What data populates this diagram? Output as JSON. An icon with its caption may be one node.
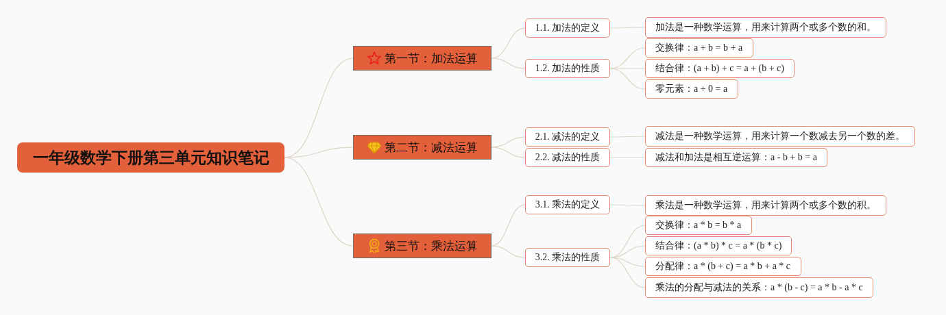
{
  "diagram": {
    "nodes": [
      {
        "text": [
          "一年级数学下册第三单元知识笔记"
        ]
      },
      {
        "text": [
          "第一节：加法运算"
        ]
      },
      {
        "text": [
          "1.1. 加法的定义"
        ]
      },
      {
        "text": [
          "加法是一种数学运算，用来计算两个或多个数的和。"
        ]
      },
      {
        "text": [
          "1.2. 加法的性质"
        ]
      },
      {
        "text": [
          "交换律：a + b = b + a"
        ]
      },
      {
        "text": [
          "结合律：(a + b) + c = a + (b + c)"
        ]
      },
      {
        "text": [
          "零元素：a + 0 = a"
        ]
      },
      {
        "text": [
          "第二节：减法运算"
        ]
      },
      {
        "text": [
          "2.1. 减法的定义"
        ]
      },
      {
        "text": [
          "减法是一种数学运算，用来计算一个数减去另一个数的差。"
        ]
      },
      {
        "text": [
          "2.2. 减法的性质"
        ]
      },
      {
        "text": [
          "减法和加法是相互逆运算：a - b + b = a"
        ]
      },
      {
        "text": [
          "第三节：乘法运算"
        ]
      },
      {
        "text": [
          "3.1. 乘法的定义"
        ]
      },
      {
        "text": [
          "乘法是一种数学运算，用来计算两个或多个数的积。"
        ]
      },
      {
        "text": [
          "3.2. 乘法的性质"
        ]
      },
      {
        "text": [
          "交换律：a * b = b * a"
        ]
      },
      {
        "text": [
          "结合律：(a * b) * c = a * (b * c)"
        ]
      },
      {
        "text": [
          "分配律：a * (b + c) = a * b + a * c"
        ]
      },
      {
        "text": [
          "乘法的分配与减法的关系：a * (b - c) = a * b - a * c"
        ]
      }
    ],
    "edges": [
      {
        "from": 0,
        "to": 1,
        "arrow": "none"
      },
      {
        "from": 0,
        "to": 8,
        "arrow": "none"
      },
      {
        "from": 0,
        "to": 13,
        "arrow": "none"
      },
      {
        "from": 1,
        "to": 2,
        "arrow": "none"
      },
      {
        "from": 1,
        "to": 4,
        "arrow": "none"
      },
      {
        "from": 2,
        "to": 3,
        "arrow": "none"
      },
      {
        "from": 4,
        "to": 5,
        "arrow": "none"
      },
      {
        "from": 4,
        "to": 6,
        "arrow": "none"
      },
      {
        "from": 4,
        "to": 7,
        "arrow": "none"
      },
      {
        "from": 8,
        "to": 9,
        "arrow": "none"
      },
      {
        "from": 8,
        "to": 11,
        "arrow": "none"
      },
      {
        "from": 9,
        "to": 10,
        "arrow": "none"
      },
      {
        "from": 11,
        "to": 12,
        "arrow": "none"
      },
      {
        "from": 13,
        "to": 14,
        "arrow": "none"
      },
      {
        "from": 13,
        "to": 16,
        "arrow": "none"
      },
      {
        "from": 14,
        "to": 15,
        "arrow": "none"
      },
      {
        "from": 16,
        "to": 17,
        "arrow": "none"
      },
      {
        "from": 16,
        "to": 18,
        "arrow": "none"
      },
      {
        "from": 16,
        "to": 19,
        "arrow": "none"
      },
      {
        "from": 16,
        "to": 20,
        "arrow": "none"
      }
    ]
  }
}
